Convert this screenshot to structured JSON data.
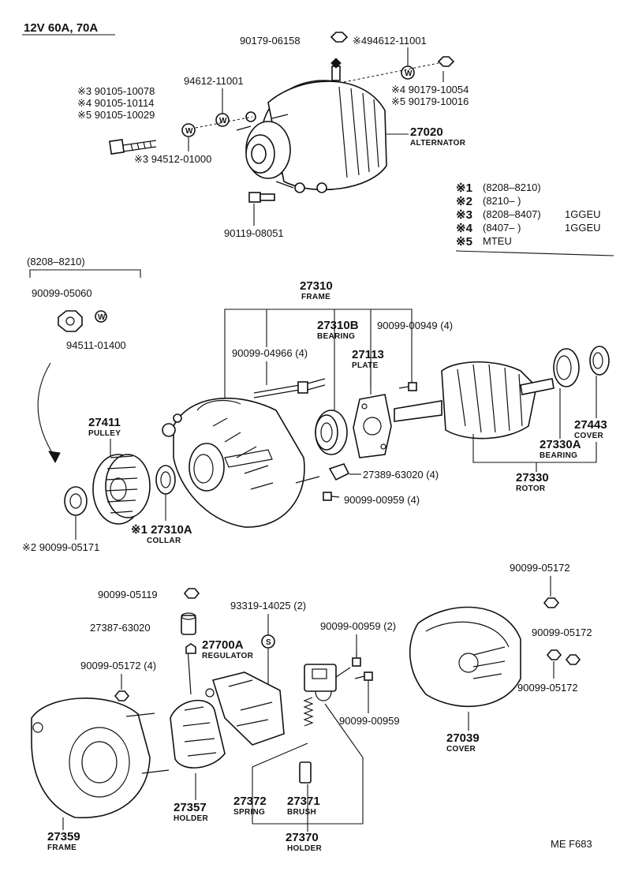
{
  "header": {
    "title": "12V 60A, 70A"
  },
  "legend": [
    {
      "mark": "※1",
      "range": "(8208–8210)",
      "engine": ""
    },
    {
      "mark": "※2",
      "range": "(8210–        )",
      "engine": ""
    },
    {
      "mark": "※3",
      "range": "(8208–8407)",
      "engine": "1GGEU"
    },
    {
      "mark": "※4",
      "range": "(8407–        )",
      "engine": "1GGEU"
    },
    {
      "mark": "※5",
      "range": "MTEU",
      "engine": ""
    }
  ],
  "range_box": {
    "label": "(8208–8210)"
  },
  "labels": {
    "p90179_06158": "90179-06158",
    "p494612": "※494612-11001",
    "p94612": "94612-11001",
    "p90105_10078": "※3 90105-10078",
    "p90105_10114": "※4 90105-10114",
    "p90105_10029": "※5 90105-10029",
    "p90179_10054": "※4 90179-10054",
    "p90179_10016": "※5 90179-10016",
    "p27020": "27020",
    "p27020_cap": "ALTERNATOR",
    "p94512": "※3 94512-01000",
    "p90119": "90119-08051",
    "p90099_05060": "90099-05060",
    "p94511": "94511-01400",
    "p27310": "27310",
    "p27310_cap": "FRAME",
    "p27310b": "27310B",
    "p27310b_cap": "BEARING",
    "p90099_00949": "90099-00949 (4)",
    "p90099_04966": "90099-04966 (4)",
    "p27113": "27113",
    "p27113_cap": "PLATE",
    "p27411": "27411",
    "p27411_cap": "PULLEY",
    "p27443": "27443",
    "p27443_cap": "COVER",
    "p27330a": "27330A",
    "p27330a_cap": "BEARING",
    "p27389": "27389-63020 (4)",
    "p27330": "27330",
    "p27330_cap": "ROTOR",
    "p90099_00959a": "90099-00959 (4)",
    "p27310a": "※1 27310A",
    "p27310a_cap": "COLLAR",
    "p90099_05171": "※2 90099-05171",
    "p90099_05119": "90099-05119",
    "p93319": "93319-14025 (2)",
    "p90099_05172a": "90099-05172",
    "p27387": "27387-63020",
    "p27700a": "27700A",
    "p27700a_cap": "REGULATOR",
    "p90099_00959b": "90099-00959 (2)",
    "p90099_05172b": "90099-05172",
    "p90099_05172c": "90099-05172 (4)",
    "p90099_05172d": "90099-05172",
    "p90099_00959c": "90099-00959",
    "p27039": "27039",
    "p27039_cap": "COVER",
    "p27357": "27357",
    "p27357_cap": "HOLDER",
    "p27372": "27372",
    "p27372_cap": "SPRING",
    "p27371": "27371",
    "p27371_cap": "BRUSH",
    "p27359": "27359",
    "p27359_cap": "FRAME",
    "p27370": "27370",
    "p27370_cap": "HOLDER"
  },
  "washer_mark": "W",
  "spacer_mark": "S",
  "footer": {
    "code": "ME  F683"
  }
}
